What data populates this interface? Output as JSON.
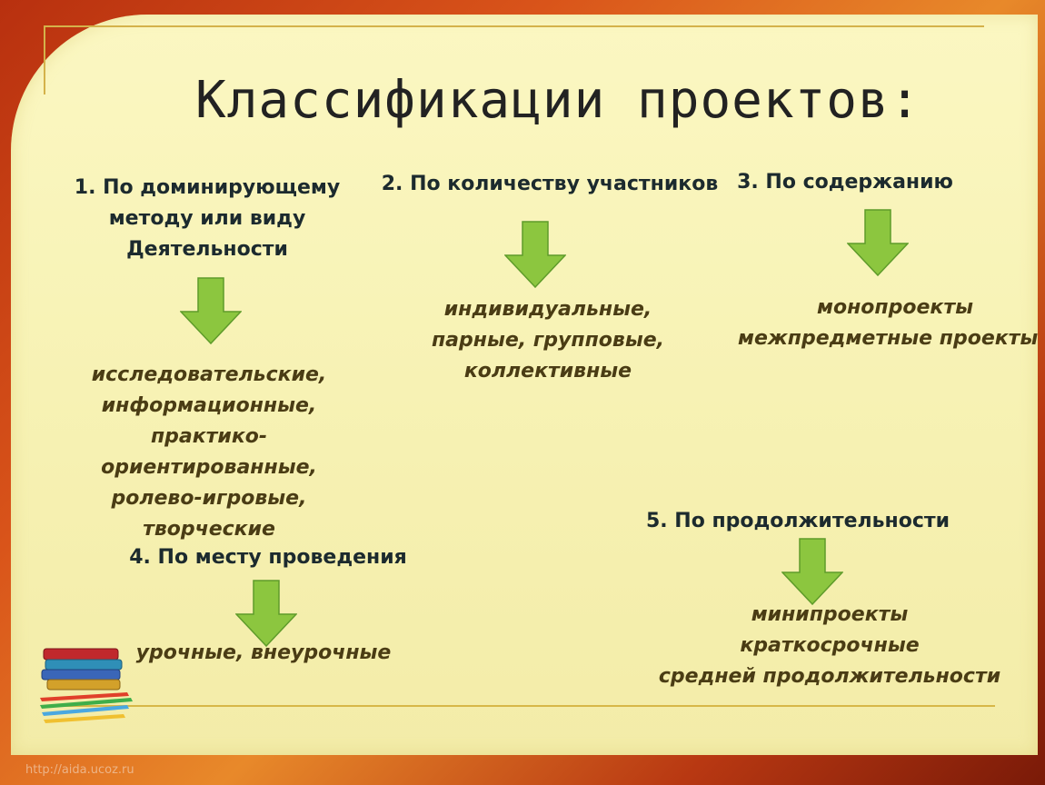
{
  "slide": {
    "title": "Классификации проектов:",
    "footer": "http://aida.ucoz.ru"
  },
  "groups": [
    {
      "heading": [
        "1. По доминирующему",
        "методу или виду",
        "Деятельности"
      ],
      "items": [
        "исследовательские,",
        "информационные,",
        "практико-",
        "ориентированные,",
        "ролево-игровые,",
        "творческие"
      ]
    },
    {
      "heading": [
        "2. По количеству участников"
      ],
      "items": [
        "индивидуальные,",
        "парные, групповые,",
        "коллективные"
      ]
    },
    {
      "heading": [
        "3. По содержанию"
      ],
      "items": [
        "монопроекты",
        "межпредметные  проекты"
      ]
    },
    {
      "heading": [
        "4. По месту проведения"
      ],
      "items": [
        "урочные, внеурочные"
      ]
    },
    {
      "heading": [
        "5. По продолжительности"
      ],
      "items": [
        "минипроекты",
        "краткосрочные",
        "средней продолжительности"
      ]
    }
  ],
  "colors": {
    "arrow_fill": "#8cc63f",
    "arrow_stroke": "#5e9b2a",
    "heading_text": "#1c2a2e",
    "item_text": "#4a3c14"
  }
}
